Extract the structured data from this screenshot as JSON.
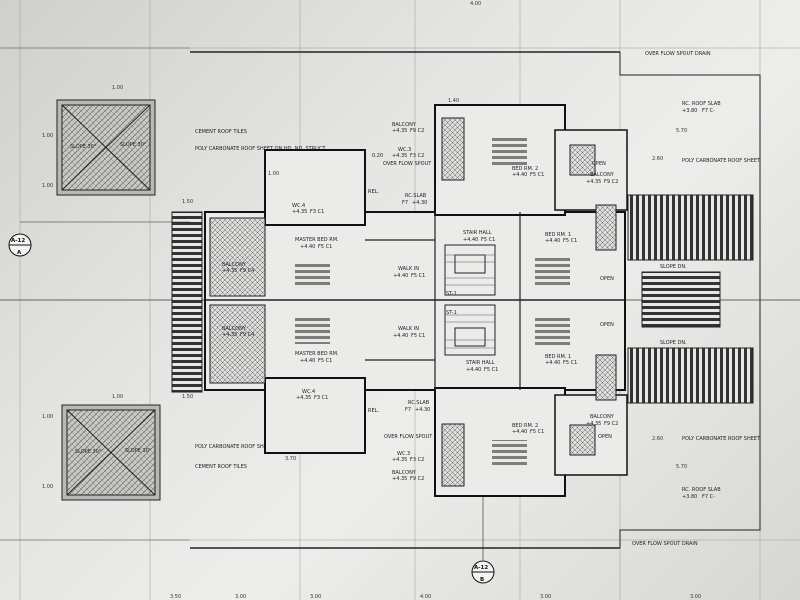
{
  "grid_marks": {
    "top": [
      "4.00"
    ],
    "bottom": [
      "3.50",
      "3.00",
      "3.00",
      "4.00",
      "3.00",
      "3.00"
    ]
  },
  "section_markers": [
    {
      "sheet": "A-12",
      "letter": "A"
    },
    {
      "sheet": "A-12",
      "letter": "B"
    }
  ],
  "roofs": {
    "slopes": [
      "SLOPE 30°",
      "SLOPE 30°",
      "SLOPE 30°",
      "SLOPE 30°"
    ],
    "cement_tiles": "CEMENT ROOF TILES",
    "poly_sheet_left": "POLY CARBONATE ROOF SHEET ON HD. ND. STRUCT.",
    "poly_sheet_right": "POLY CARBONATE ROOF SHEET",
    "slope_dn": "SLOPE DN.",
    "rc_slab_top": {
      "name": "RC. ROOF SLAB",
      "level": "+3.80",
      "code": "F7 C-"
    },
    "rc_slab_bottom": {
      "name": "RC. ROOF SLAB",
      "level": "+3.80",
      "code": "F7 C-"
    },
    "overflow_drain": "OVER FLOW SPOUT DRAIN",
    "overflow_spout": "OVER FLOW SPOUT"
  },
  "rooms": {
    "balcony_top": {
      "name": "BALCONY",
      "level": "+4.35",
      "code": "F9 C2"
    },
    "wc3_top": {
      "name": "WC.3",
      "level": "+4.35",
      "code": "F3 C2"
    },
    "wc4_top": {
      "name": "WC.4",
      "level": "+4.35",
      "code": "F3 C1"
    },
    "rc_slab_mid_top": {
      "name": "RC.SLAB",
      "level": "+4.30",
      "code": "F7"
    },
    "bed2_top": {
      "name": "BED RM. 2",
      "level": "+4.40",
      "code": "F5 C1"
    },
    "stair_hall_top": {
      "name": "STAIR HALL",
      "level": "+4.40",
      "code": "F5 C1"
    },
    "bed1_top": {
      "name": "BED RM. 1",
      "level": "+4.40",
      "code": "F5 C1"
    },
    "master_top": {
      "name": "MASTER BED RM.",
      "level": "+4.40",
      "code": "F5 C1"
    },
    "walkin_top": {
      "name": "WALK IN",
      "level": "+4.40",
      "code": "F5 C1"
    },
    "balcony_left_top": {
      "name": "BALCONY",
      "level": "+4.35",
      "code": "F9 C4"
    },
    "balcony_left_bot": {
      "name": "BALCONY",
      "level": "+4.35",
      "code": "F9 C4"
    },
    "walkin_bot": {
      "name": "WALK IN",
      "level": "+4.40",
      "code": "F5 C1"
    },
    "master_bot": {
      "name": "MASTER BED RM.",
      "level": "+4.40",
      "code": "F5 C1"
    },
    "stair_hall_bot": {
      "name": "STAIR HALL",
      "level": "+4.40",
      "code": "F5 C1"
    },
    "bed1_bot": {
      "name": "BED RM. 1",
      "level": "+4.40",
      "code": "F5 C1"
    },
    "wc4_bot": {
      "name": "WC.4",
      "level": "+4.35",
      "code": "F3 C1"
    },
    "rc_slab_mid_bot": {
      "name": "RC.SLAB",
      "level": "+4.30",
      "code": "F7"
    },
    "bed2_bot": {
      "name": "BED RM. 2",
      "level": "+4.40",
      "code": "F5 C1"
    },
    "wc3_bot": {
      "name": "WC.3",
      "level": "+4.35",
      "code": "F3 C2"
    },
    "balcony_bot": {
      "name": "BALCONY",
      "level": "+4.35",
      "code": "F9 C2"
    },
    "balcony_right_top": {
      "name": "BALCONY",
      "level": "+4.35",
      "code": "F9 C2"
    },
    "balcony_right_bot": {
      "name": "BALCONY",
      "level": "+4.35",
      "code": "F9 C2"
    },
    "open": "OPEN",
    "st1": "ST-1"
  },
  "dims": {
    "d100": "1.00",
    "d140": "1.40",
    "d150": "1.50",
    "d370": "3.70",
    "d570": "5.70",
    "d260": "2.60",
    "d260b": "2.60",
    "d020": "0.20",
    "rel": "REL."
  }
}
